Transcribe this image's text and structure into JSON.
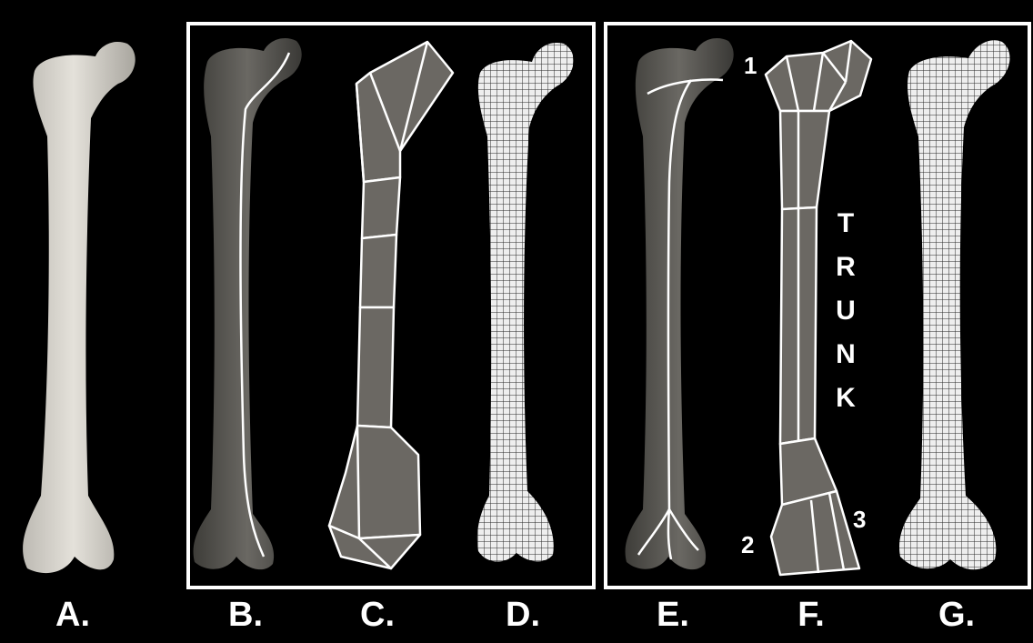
{
  "panels": {
    "a": "A.",
    "b": "B.",
    "c": "C.",
    "d": "D.",
    "e": "E.",
    "f": "F.",
    "g": "G."
  },
  "annotations": {
    "trunk_letters": [
      "T",
      "R",
      "U",
      "N",
      "K"
    ],
    "region_1": "1",
    "region_2": "2",
    "region_3": "3"
  },
  "colors": {
    "background": "#000000",
    "bone_surface": "#d9d6cf",
    "bone_dark": "#5c5a55",
    "block_fill": "#6b6863",
    "outline": "#ffffff"
  }
}
